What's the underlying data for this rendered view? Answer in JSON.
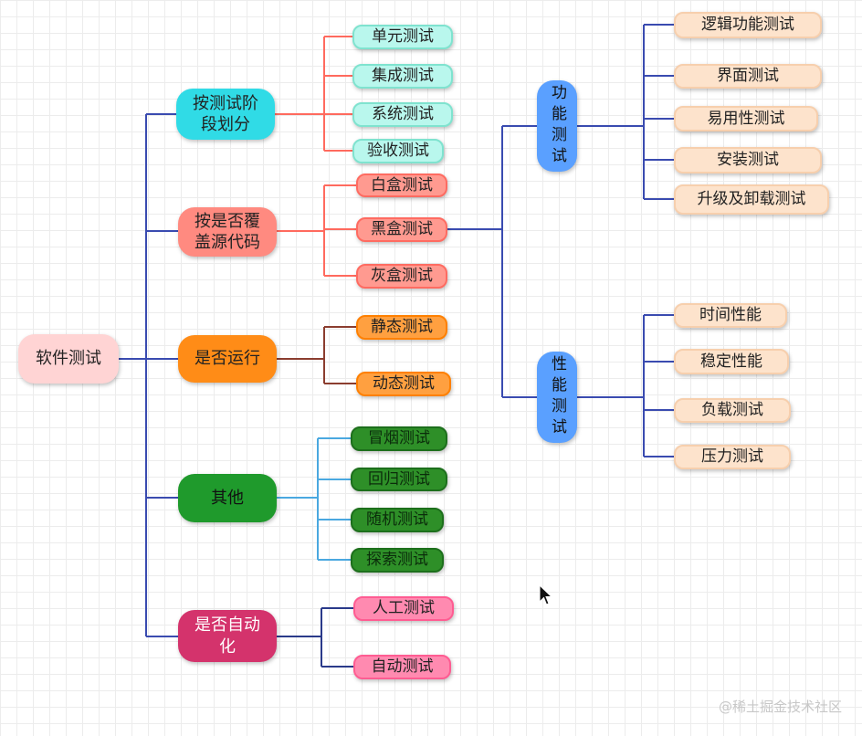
{
  "root": "软件测试",
  "branches": {
    "stage": {
      "label": "按测试阶段划分",
      "children": [
        "单元测试",
        "集成测试",
        "系统测试",
        "验收测试"
      ]
    },
    "coverage": {
      "label": "按是否覆盖源代码",
      "children": [
        "白盒测试",
        "黑盒测试",
        "灰盒测试"
      ]
    },
    "run": {
      "label": "是否运行",
      "children": [
        "静态测试",
        "动态测试"
      ]
    },
    "other": {
      "label": "其他",
      "children": [
        "冒烟测试",
        "回归测试",
        "随机测试",
        "探索测试"
      ]
    },
    "auto": {
      "label": "是否自动化",
      "children": [
        "人工测试",
        "自动测试"
      ]
    }
  },
  "blackbox": {
    "functional": {
      "label": "功能测试",
      "children": [
        "逻辑功能测试",
        "界面测试",
        "易用性测试",
        "安装测试",
        "升级及卸载测试"
      ]
    },
    "performance": {
      "label": "性能测试",
      "children": [
        "时间性能",
        "稳定性能",
        "负载测试",
        "压力测试"
      ]
    }
  },
  "watermark": "@稀土掘金技术社区",
  "colors": {
    "connector_main": "#3a4bb0",
    "connector_stage": "#ff6a5e",
    "connector_coverage": "#ff6a5e",
    "connector_run": "#8b3d2f",
    "connector_other": "#4aa8e0",
    "connector_auto": "#2a3a8a"
  }
}
